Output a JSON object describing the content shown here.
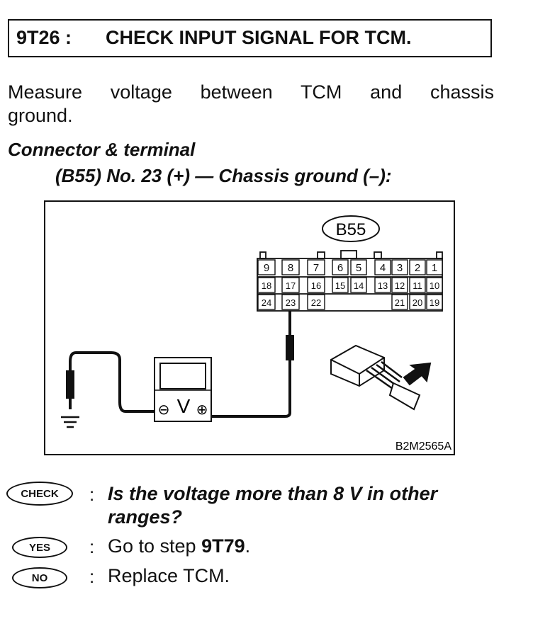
{
  "header": {
    "step": "9T26 :",
    "title": "CHECK INPUT SIGNAL FOR TCM."
  },
  "intro": "Measure voltage between TCM and chassis ground.",
  "connector_heading": "Connector & terminal",
  "connector_detail": "(B55) No. 23 (+) — Chassis ground (–):",
  "diagram": {
    "connector_label": "B55",
    "pins_row1": [
      "9",
      "8",
      "7",
      "6",
      "5",
      "4",
      "3",
      "2",
      "1"
    ],
    "pins_row2": [
      "18",
      "17",
      "16",
      "15",
      "14",
      "13",
      "12",
      "11",
      "10"
    ],
    "pins_row3": [
      "24",
      "23",
      "22",
      "21",
      "20",
      "19"
    ],
    "meter_symbol": "V",
    "minus_symbol": "⊖",
    "plus_symbol": "⊕",
    "figure_code": "B2M2565A"
  },
  "check": {
    "badge": "CHECK",
    "question": "Is the voltage more than 8 V in other ranges?"
  },
  "yes": {
    "badge": "YES",
    "prefix": "Go to step ",
    "step": "9T79",
    "suffix": "."
  },
  "no": {
    "badge": "NO",
    "text": "Replace TCM."
  },
  "colon": ":"
}
